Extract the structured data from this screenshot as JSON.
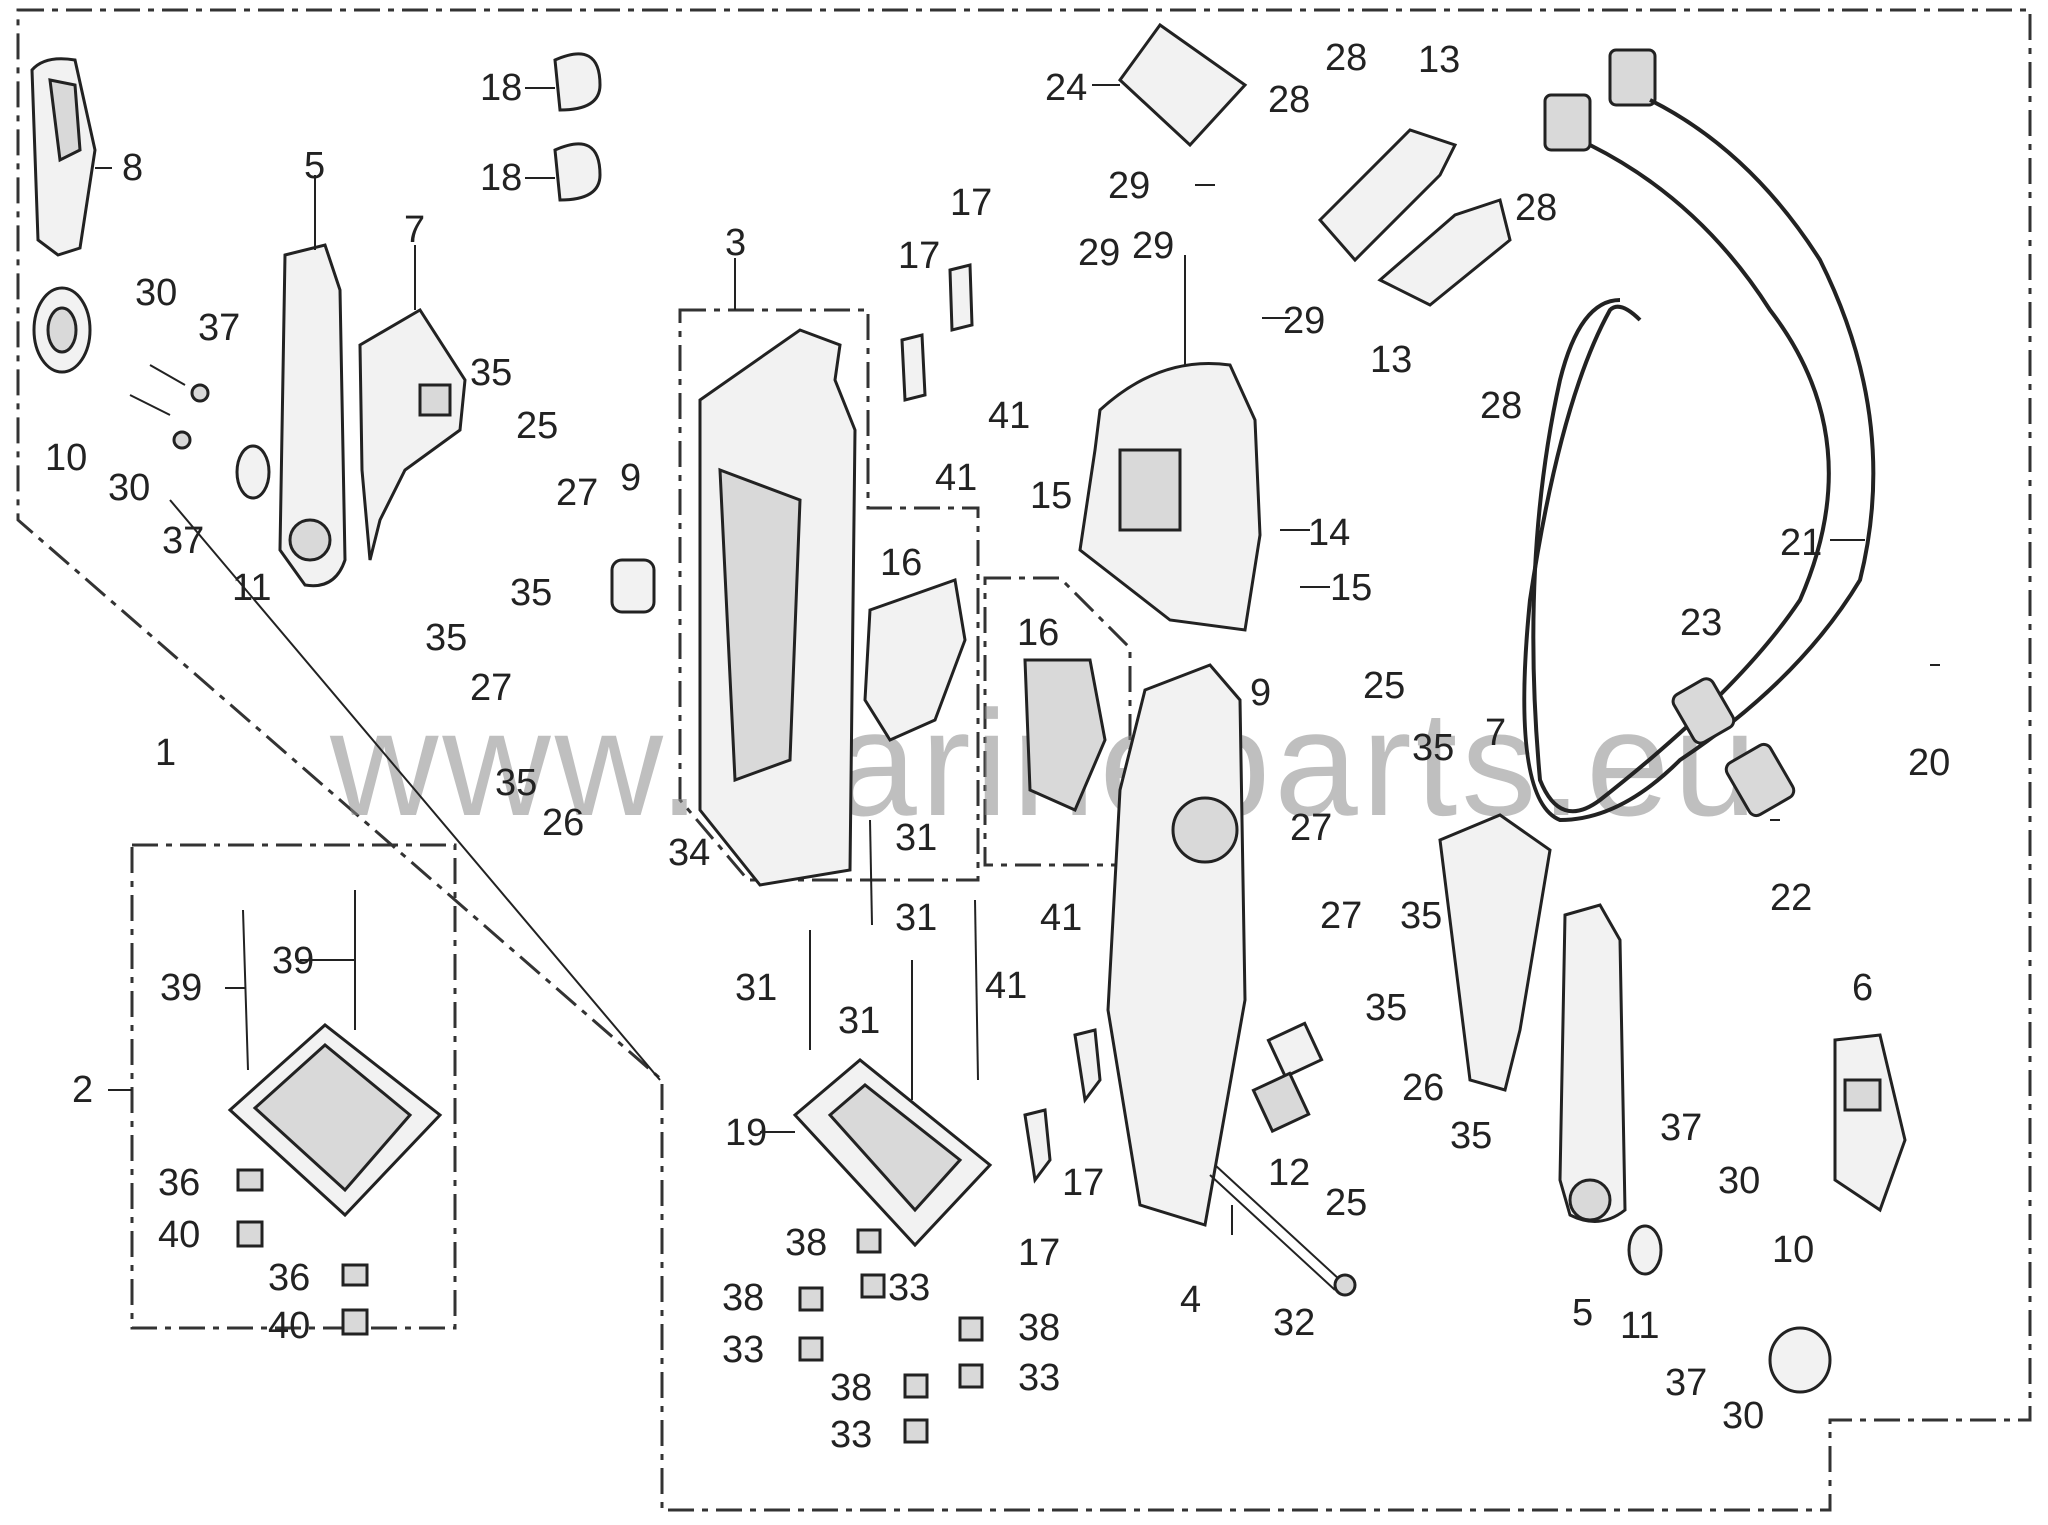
{
  "watermark": "www.marineparts.eu",
  "callouts": [
    {
      "id": "c-8",
      "label": "8"
    },
    {
      "id": "c-5a",
      "label": "5"
    },
    {
      "id": "c-7a",
      "label": "7"
    },
    {
      "id": "c-18a",
      "label": "18"
    },
    {
      "id": "c-18b",
      "label": "18"
    },
    {
      "id": "c-30a",
      "label": "30"
    },
    {
      "id": "c-37a",
      "label": "37"
    },
    {
      "id": "c-10a",
      "label": "10"
    },
    {
      "id": "c-30b",
      "label": "30"
    },
    {
      "id": "c-37b",
      "label": "37"
    },
    {
      "id": "c-11a",
      "label": "11"
    },
    {
      "id": "c-35a",
      "label": "35"
    },
    {
      "id": "c-25a",
      "label": "25"
    },
    {
      "id": "c-27a",
      "label": "27"
    },
    {
      "id": "c-9a",
      "label": "9"
    },
    {
      "id": "c-35b",
      "label": "35"
    },
    {
      "id": "c-35c",
      "label": "35"
    },
    {
      "id": "c-27b",
      "label": "27"
    },
    {
      "id": "c-35d",
      "label": "35"
    },
    {
      "id": "c-26a",
      "label": "26"
    },
    {
      "id": "c-1",
      "label": "1"
    },
    {
      "id": "c-34",
      "label": "34"
    },
    {
      "id": "c-3",
      "label": "3"
    },
    {
      "id": "c-17a",
      "label": "17"
    },
    {
      "id": "c-17b",
      "label": "17"
    },
    {
      "id": "c-41a",
      "label": "41"
    },
    {
      "id": "c-41b",
      "label": "41"
    },
    {
      "id": "c-16a",
      "label": "16"
    },
    {
      "id": "c-24",
      "label": "24"
    },
    {
      "id": "c-29a",
      "label": "29"
    },
    {
      "id": "c-29b",
      "label": "29"
    },
    {
      "id": "c-29c",
      "label": "29"
    },
    {
      "id": "c-29d",
      "label": "29"
    },
    {
      "id": "c-15a",
      "label": "15"
    },
    {
      "id": "c-14",
      "label": "14"
    },
    {
      "id": "c-15b",
      "label": "15"
    },
    {
      "id": "c-28a",
      "label": "28"
    },
    {
      "id": "c-28b",
      "label": "28"
    },
    {
      "id": "c-13a",
      "label": "13"
    },
    {
      "id": "c-28c",
      "label": "28"
    },
    {
      "id": "c-13b",
      "label": "13"
    },
    {
      "id": "c-28d",
      "label": "28"
    },
    {
      "id": "c-21",
      "label": "21"
    },
    {
      "id": "c-23",
      "label": "23"
    },
    {
      "id": "c-20",
      "label": "20"
    },
    {
      "id": "c-22",
      "label": "22"
    },
    {
      "id": "c-16b",
      "label": "16"
    },
    {
      "id": "c-9b",
      "label": "9"
    },
    {
      "id": "c-25b",
      "label": "25"
    },
    {
      "id": "c-35e",
      "label": "35"
    },
    {
      "id": "c-7b",
      "label": "7"
    },
    {
      "id": "c-27c",
      "label": "27"
    },
    {
      "id": "c-27d",
      "label": "27"
    },
    {
      "id": "c-35f",
      "label": "35"
    },
    {
      "id": "c-35g",
      "label": "35"
    },
    {
      "id": "c-26b",
      "label": "26"
    },
    {
      "id": "c-35h",
      "label": "35"
    },
    {
      "id": "c-31a",
      "label": "31"
    },
    {
      "id": "c-31b",
      "label": "31"
    },
    {
      "id": "c-31c",
      "label": "31"
    },
    {
      "id": "c-31d",
      "label": "31"
    },
    {
      "id": "c-41c",
      "label": "41"
    },
    {
      "id": "c-41d",
      "label": "41"
    },
    {
      "id": "c-19",
      "label": "19"
    },
    {
      "id": "c-17c",
      "label": "17"
    },
    {
      "id": "c-17d",
      "label": "17"
    },
    {
      "id": "c-12",
      "label": "12"
    },
    {
      "id": "c-25c",
      "label": "25"
    },
    {
      "id": "c-4",
      "label": "4"
    },
    {
      "id": "c-32",
      "label": "32"
    },
    {
      "id": "c-6",
      "label": "6"
    },
    {
      "id": "c-37c",
      "label": "37"
    },
    {
      "id": "c-30c",
      "label": "30"
    },
    {
      "id": "c-10b",
      "label": "10"
    },
    {
      "id": "c-11b",
      "label": "11"
    },
    {
      "id": "c-5b",
      "label": "5"
    },
    {
      "id": "c-37d",
      "label": "37"
    },
    {
      "id": "c-30d",
      "label": "30"
    },
    {
      "id": "c-39a",
      "label": "39"
    },
    {
      "id": "c-39b",
      "label": "39"
    },
    {
      "id": "c-2",
      "label": "2"
    },
    {
      "id": "c-36a",
      "label": "36"
    },
    {
      "id": "c-40a",
      "label": "40"
    },
    {
      "id": "c-36b",
      "label": "36"
    },
    {
      "id": "c-40b",
      "label": "40"
    },
    {
      "id": "c-38a",
      "label": "38"
    },
    {
      "id": "c-38b",
      "label": "38"
    },
    {
      "id": "c-33a",
      "label": "33"
    },
    {
      "id": "c-33b",
      "label": "33"
    },
    {
      "id": "c-38c",
      "label": "38"
    },
    {
      "id": "c-38d",
      "label": "38"
    },
    {
      "id": "c-33c",
      "label": "33"
    },
    {
      "id": "c-33d",
      "label": "33"
    }
  ]
}
